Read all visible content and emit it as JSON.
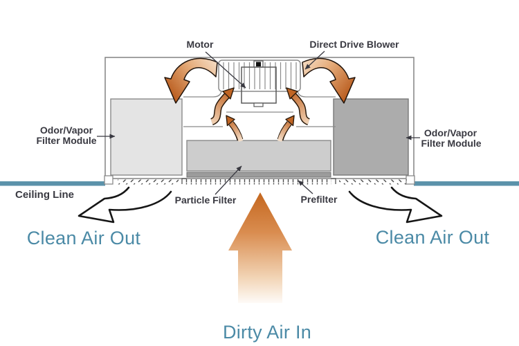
{
  "diagram": {
    "labels": {
      "motor": "Motor",
      "direct_drive_blower": "Direct Drive Blower",
      "odor_vapor_line1": "Odor/Vapor",
      "odor_vapor_line2": "Filter Module",
      "ceiling_line": "Ceiling Line",
      "particle_filter": "Particle Filter",
      "prefilter": "Prefilter",
      "clean_air_out": "Clean Air Out",
      "dirty_air_in": "Dirty Air In"
    },
    "colors": {
      "ceiling_line_bar": "#5b92aa",
      "airflow_text": "#4b8aa6",
      "label_text": "#393941",
      "arrow_orange_dark": "#bb5d1d",
      "arrow_orange_light": "#f7e2cc",
      "filter_module_left_fill": "#e4e4e4",
      "filter_module_right_fill": "#acacac",
      "particle_filter_fill": "#cdcdcd",
      "prefilter_fill": "#9c9c9c",
      "housing_outline": "#8a8a8a"
    }
  }
}
